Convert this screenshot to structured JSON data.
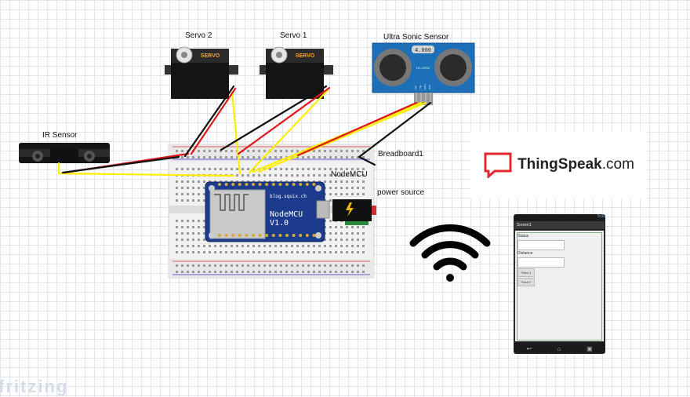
{
  "labels": {
    "servo2": "Servo 2",
    "servo1": "Servo 1",
    "ultrasonic": "Ultra Sonic Sensor",
    "ir": "IR Sensor",
    "breadboard": "Breadboard1",
    "nodemcu": "NodeMCU",
    "power": "power source"
  },
  "components": {
    "servo_text": "SERVO",
    "hc_crystal": "4.000",
    "hc_model": "HC-SR04",
    "hc_pins": [
      "Vcc",
      "Trig",
      "Echo",
      "Gnd"
    ],
    "nodemcu_url": "blog.squix.ch",
    "nodemcu_line1": "NodeMCU",
    "nodemcu_line2": "V1.0"
  },
  "thingspeak": {
    "brand": "ThingSpeak",
    "domain": ".com"
  },
  "phone": {
    "title": "Screen1",
    "status": "5:00",
    "status_label": "Status",
    "distance_label": "Distance",
    "feed1": "Feed 1",
    "feed2": "Feed 2"
  },
  "watermark": "fritzing",
  "colors": {
    "wire_red": "#e0161b",
    "wire_black": "#111111",
    "wire_yellow": "#ffee00",
    "board_blue": "#1d3b8c"
  }
}
